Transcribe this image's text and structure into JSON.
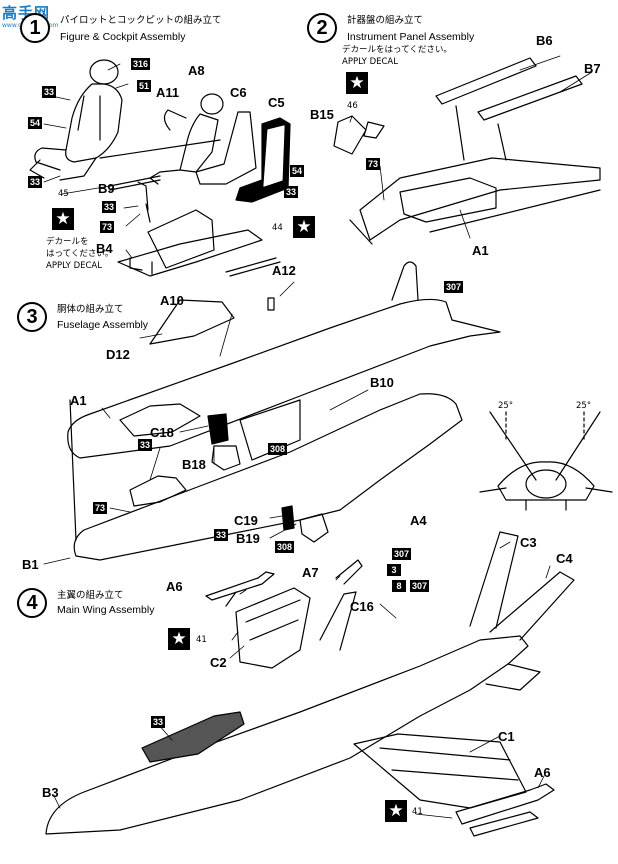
{
  "watermark": {
    "text": "高手网",
    "url": "www.gaoshou.com"
  },
  "steps": [
    {
      "number": "1",
      "title_jp": "パイロットとコックピットの組み立て",
      "title_en": "Figure & Cockpit Assembly"
    },
    {
      "number": "2",
      "title_jp": "計器盤の組み立て",
      "title_en": "Instrument Panel Assembly"
    },
    {
      "number": "3",
      "title_jp": "胴体の組み立て",
      "title_en": "Fuselage Assembly"
    },
    {
      "number": "4",
      "title_jp": "主翼の組み立て",
      "title_en": "Main Wing Assembly"
    }
  ],
  "decal_note": {
    "jp": "デカールをはってください。",
    "jp_split_1": "デカールを",
    "jp_split_2": "はってください。",
    "en": "APPLY DECAL"
  },
  "star_glyph": "★",
  "part_labels": {
    "a8": "A8",
    "a11": "A11",
    "c6": "C6",
    "c5": "C5",
    "b9": "B9",
    "b4": "B4",
    "b6": "B6",
    "b7": "B7",
    "b15": "B15",
    "a1_top": "A1",
    "a12": "A12",
    "a10": "A10",
    "d12": "D12",
    "a1_mid": "A1",
    "b10": "B10",
    "c18": "C18",
    "b18": "B18",
    "c19": "C19",
    "b19": "B19",
    "a4": "A4",
    "b1": "B1",
    "a6_left": "A6",
    "a7": "A7",
    "c16": "C16",
    "c3": "C3",
    "c4": "C4",
    "c2": "C2",
    "c1": "C1",
    "a6_right": "A6",
    "b3": "B3"
  },
  "paint_numbers": {
    "p316": "316",
    "p51": "51",
    "p33_a": "33",
    "p54_a": "54",
    "p33_b": "33",
    "p33_c": "33",
    "p73_a": "73",
    "p54_b": "54",
    "p33_d": "33",
    "p73_b": "73",
    "p307_a": "307",
    "p33_e": "33",
    "p308_a": "308",
    "p73_c": "73",
    "p33_f": "33",
    "p308_b": "308",
    "p307_b": "307",
    "p3": "3",
    "p8": "8",
    "p307_c": "307",
    "p33_g": "33"
  },
  "callout_numbers": {
    "n45": "45",
    "n44": "44",
    "n46": "46",
    "n41_a": "41",
    "n41_b": "41"
  },
  "angles": {
    "left": "25°",
    "right": "25°"
  }
}
